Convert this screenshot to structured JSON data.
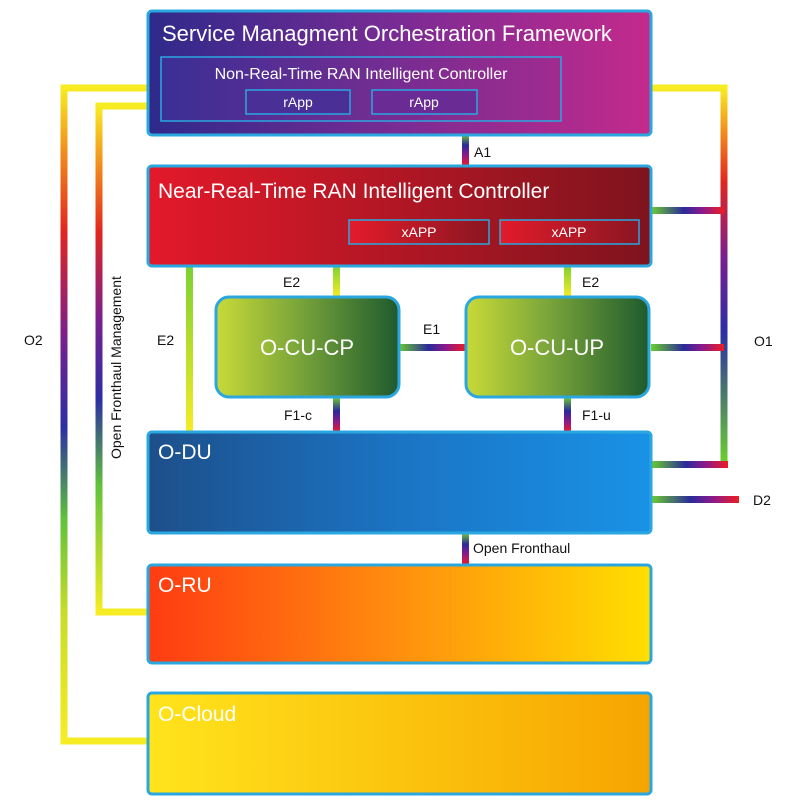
{
  "smo": {
    "title": "Service Managment Orchestration Framework",
    "non_rt_ric": {
      "title": "Non-Real-Time RAN Intelligent Controller",
      "apps": [
        "rApp",
        "rApp"
      ]
    }
  },
  "near_rt_ric": {
    "title": "Near-Real-Time RAN Intelligent Controller",
    "apps": [
      "xAPP",
      "xAPP"
    ]
  },
  "o_cu_cp": {
    "title": "O-CU-CP"
  },
  "o_cu_up": {
    "title": "O-CU-UP"
  },
  "o_du": {
    "title": "O-DU"
  },
  "o_ru": {
    "title": "O-RU"
  },
  "o_cloud": {
    "title": "O-Cloud"
  },
  "interfaces": {
    "a1": "A1",
    "e2_cp": "E2",
    "e2_up": "E2",
    "e2_du": "E2",
    "e1": "E1",
    "f1_c": "F1-c",
    "f1_u": "F1-u",
    "o1": "O1",
    "o2": "O2",
    "d2": "D2",
    "open_fronthaul": "Open Fronthaul",
    "open_fronthaul_management": "Open Fronthaul Management"
  }
}
